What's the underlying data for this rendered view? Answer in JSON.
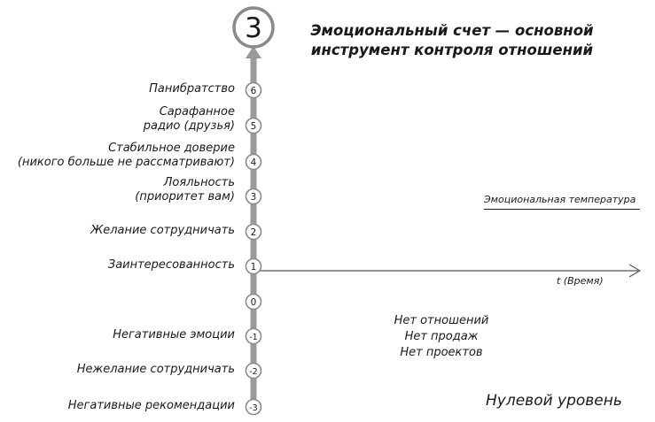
{
  "score_badge": "3",
  "title_lines": [
    "Эмоциональный счет — основной",
    "инструмент контроля отношений"
  ],
  "axis_y_label": "Эмоциональная температура",
  "axis_x_label": "t (Время)",
  "levels": [
    {
      "value": "6",
      "label": [
        "Панибратство"
      ]
    },
    {
      "value": "5",
      "label": [
        "Сарафанное",
        "радио (друзья)"
      ]
    },
    {
      "value": "4",
      "label": [
        "Стабильное доверие",
        "(никого больше не рассматривают)"
      ]
    },
    {
      "value": "3",
      "label": [
        "Лояльность",
        "(приоритет вам)"
      ]
    },
    {
      "value": "2",
      "label": [
        "Желание сотрудничать"
      ]
    },
    {
      "value": "1",
      "label": [
        "Заинтересованность"
      ]
    },
    {
      "value": "0",
      "label": []
    },
    {
      "value": "-1",
      "label": [
        "Негативные эмоции"
      ]
    },
    {
      "value": "-2",
      "label": [
        "Нежелание сотрудничать"
      ]
    },
    {
      "value": "-3",
      "label": [
        "Негативные рекомендации"
      ]
    }
  ],
  "no_relationship_lines": [
    "Нет отношений",
    "Нет продаж",
    "Нет проектов"
  ],
  "zero_level_label": "Нулевой уровень",
  "colors": {
    "axis": "#9a9a9a",
    "ink": "#1a1a1a",
    "badge_ring": "#8a8a8a"
  }
}
